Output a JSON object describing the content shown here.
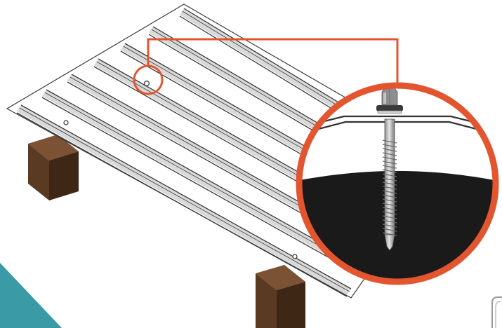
{
  "illustration": {
    "subject": "corrugated-roof-sheet-fastening",
    "components": [
      "corrugated-roof-sheet",
      "timber-purlin",
      "self-drilling-screw",
      "sealing-washer",
      "magnifier-callout"
    ],
    "colors": {
      "background": "#ffffff",
      "sheet_face": "#ffffff",
      "sheet_outline": "#3a3a3a",
      "sheet_shadow": "#b9b9b9",
      "timber_front": "#5a3a22",
      "timber_top": "#7b5233",
      "timber_side": "#3f2716",
      "callout_ring": "#e3552f",
      "purlin_section": "#1a1a1a",
      "screw_shank": "#bdbdbd",
      "screw_head": "#8e8e8e",
      "washer": "#3a3a3a",
      "corner_accent": "#3a9aa5"
    },
    "icons": [
      "zoom-circle-marker",
      "corner-badge-icon"
    ]
  }
}
